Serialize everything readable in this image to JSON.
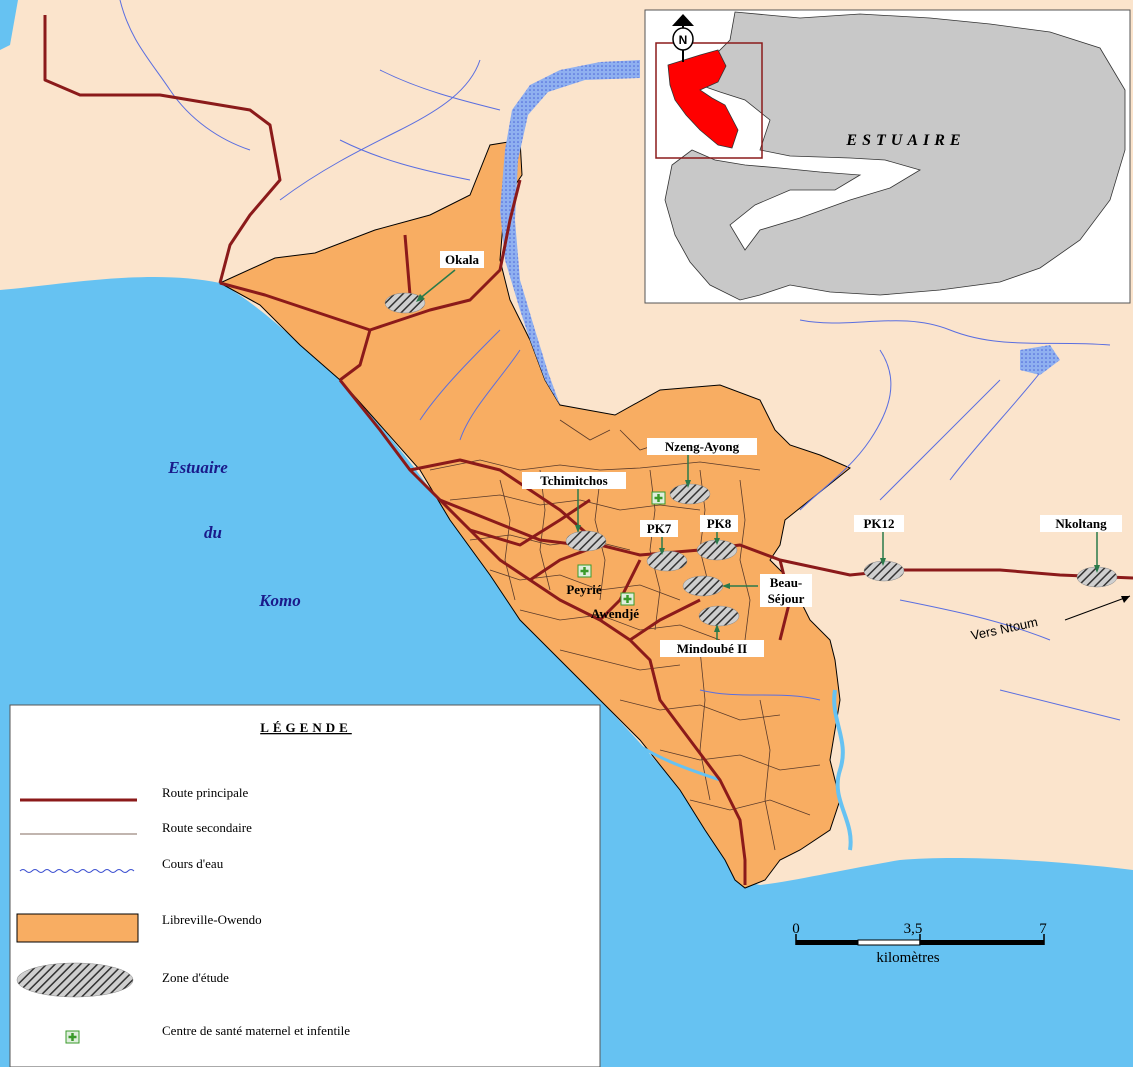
{
  "map": {
    "water_labels": [
      "Estuaire",
      "du",
      "Komo"
    ],
    "place_labels": {
      "okala": "Okala",
      "nzeng_ayong": "Nzeng-Ayong",
      "tchimitchos": "Tchimitchos",
      "pk7": "PK7",
      "pk8": "PK8",
      "pk12": "PK12",
      "nkoltang": "Nkoltang",
      "beau_sejour_1": "Beau-",
      "beau_sejour_2": "Séjour",
      "peyrie": "Peyrié",
      "awendje": "Awendjé",
      "mindoube": "Mindoubé II"
    },
    "route_label": "Vers Ntoum",
    "colors": {
      "sea": "#66c2f2",
      "land": "#fbe4cc",
      "city": "#f8ad62",
      "road_main": "#8b1a1a",
      "road_secondary": "#5a3a2a",
      "river": "#5a6ee0",
      "health": "#3a9a2a"
    }
  },
  "inset": {
    "region_label": "ESTUAIRE",
    "north_letter": "N",
    "colors": {
      "province": "#c8c8c8",
      "highlight": "#ff0000",
      "frame": "#8b1a1a"
    }
  },
  "legend": {
    "title": "LÉGENDE",
    "items": {
      "route_principale": "Route principale",
      "route_secondaire": "Route secondaire",
      "cours_eau": "Cours d'eau",
      "libreville": "Libreville-Owendo",
      "zone": "Zone d'étude",
      "centre": "Centre de santé maternel et infentile"
    }
  },
  "scale": {
    "ticks": [
      "0",
      "3,5",
      "7"
    ],
    "unit": "kilomètres"
  }
}
